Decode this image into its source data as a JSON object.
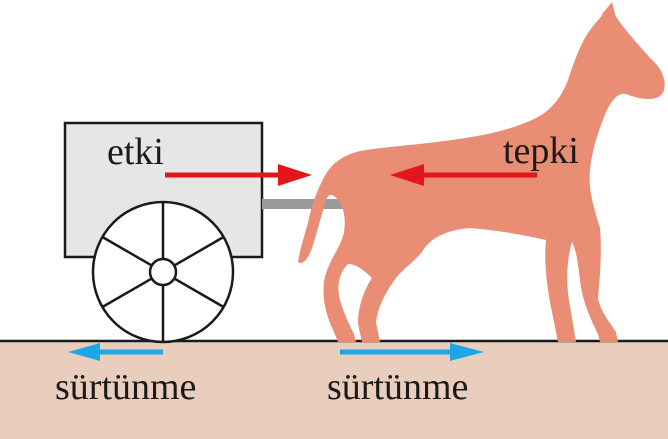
{
  "labels": {
    "action": "etki",
    "reaction": "tepki",
    "friction_cart": "sürtünme",
    "friction_horse": "sürtünme"
  },
  "colors": {
    "ground": "#e9cdbd",
    "ground_edge": "#1a1a1a",
    "horse": "#e98d74",
    "cart_body": "#e6e6e6",
    "shaft": "#9a9a9a",
    "action_arrow": "#e3161b",
    "reaction_arrow": "#e3161b",
    "friction_arrow": "#1ea6e6",
    "text": "#1a1a1a"
  }
}
